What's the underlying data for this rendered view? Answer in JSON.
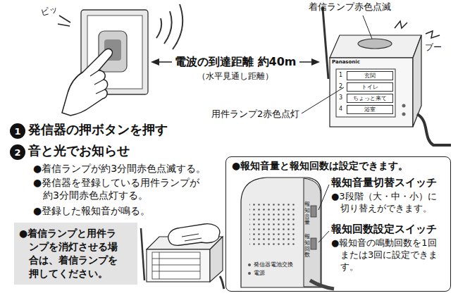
{
  "diagram": {
    "nodes": [
      {
        "text": [
          "玄関"
        ]
      },
      {
        "text": [
          "トイレ"
        ]
      },
      {
        "text": [
          "ちょっと来て"
        ]
      },
      {
        "text": [
          "浴室"
        ]
      },
      {
        "text": [
          "1"
        ]
      },
      {
        "text": [
          "2"
        ]
      },
      {
        "text": [
          "●着信ランプと用件ランプを消灯させる場合は、着信ランプを押してください。"
        ]
      },
      {
        "text": [
          "●報知音量と報知回数は設定できます。"
        ]
      }
    ],
    "labels": [
      "ピッ",
      "電波の到達距離 約40m",
      "（水平見通し距離）",
      "着信ランプ赤色点滅",
      "ブー",
      "Panasonic",
      "1",
      "2",
      "3",
      "4",
      "用件ランプ2赤色点灯",
      "発信器の押ボタンを押す",
      "音と光でお知らせ",
      "●着信ランプが約3分間赤色点滅する。",
      "●発信器を登録している用件ランプが約3分間赤色点灯する。",
      "●登録した報知音が鳴る。",
      "報知音量",
      "報知回数",
      "発信器電池交換",
      "電源",
      "報知音量切替スイッチ",
      "●3段階（大・中・小）に切り替えができます。",
      "報知回数設定スイッチ",
      "●報知音の鳴動回数を1回または3回に設定できます。"
    ]
  }
}
